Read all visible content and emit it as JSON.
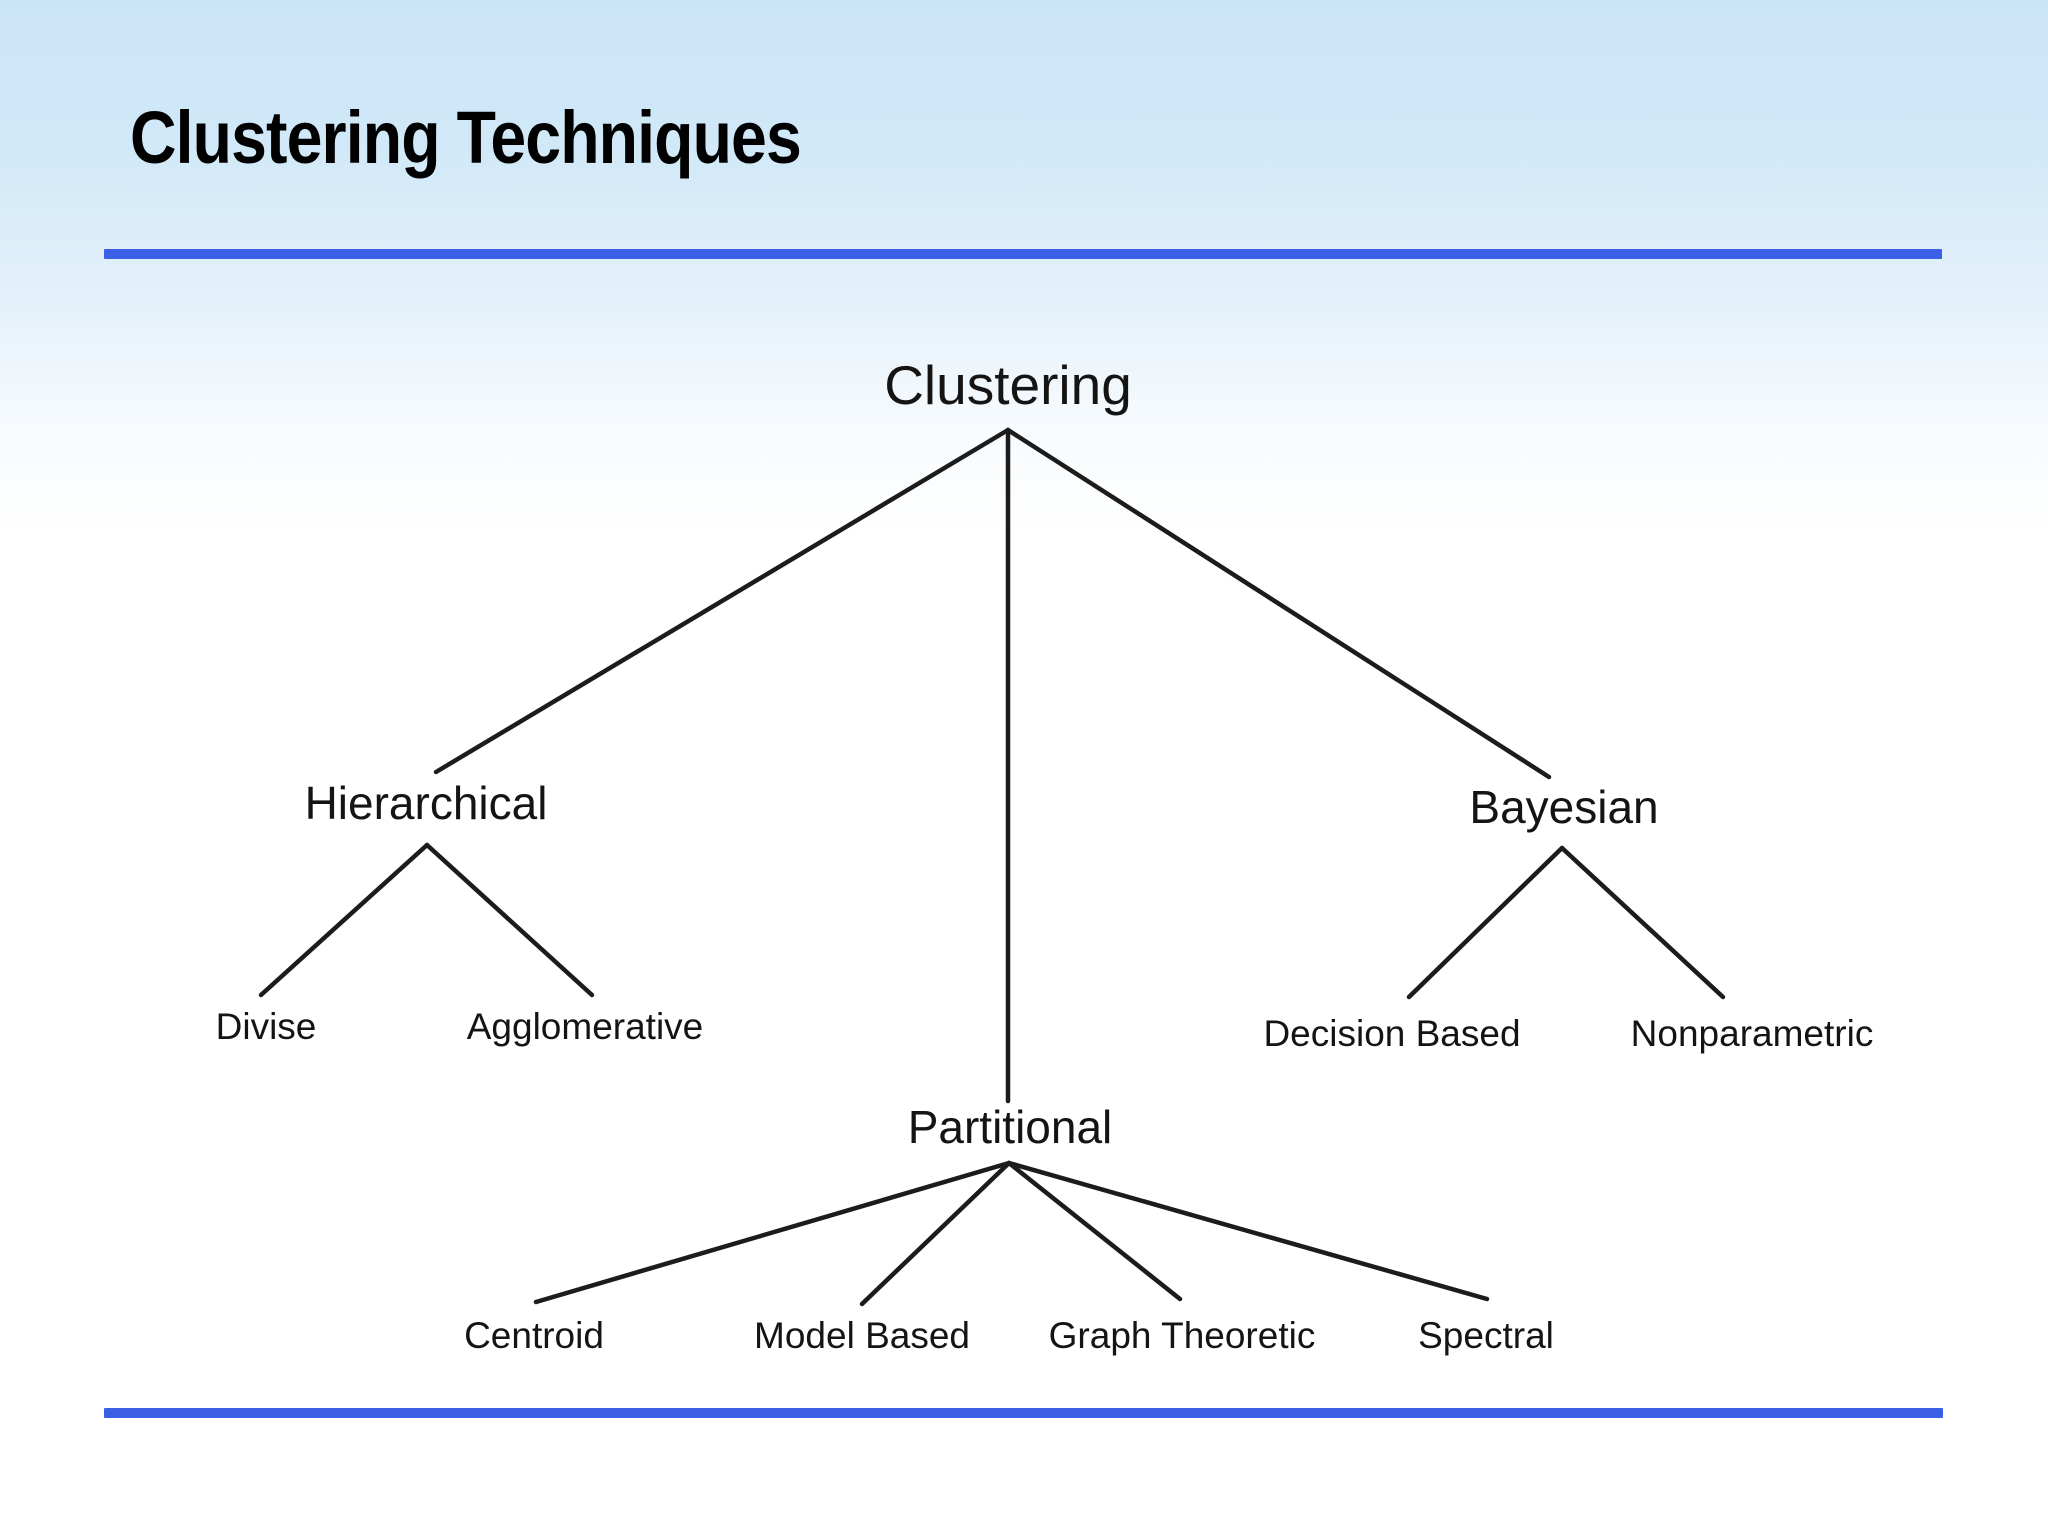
{
  "slide": {
    "title": "Clustering Techniques",
    "colors": {
      "accent_rule": "#3b60e6",
      "background_top": "#cbe5f8",
      "background_bottom": "#ffffff",
      "edge_line": "#1c1c1c",
      "text": "#141414"
    }
  },
  "diagram": {
    "type": "tree",
    "nodes": {
      "clustering": "Clustering",
      "hierarchical": "Hierarchical",
      "partitional": "Partitional",
      "bayesian": "Bayesian",
      "divise": "Divise",
      "agglomerative": "Agglomerative",
      "centroid": "Centroid",
      "model_based": "Model Based",
      "graph_theoretic": "Graph Theoretic",
      "spectral": "Spectral",
      "decision_based": "Decision Based",
      "nonparametric": "Nonparametric"
    },
    "hierarchy": {
      "Clustering": [
        "Hierarchical",
        "Partitional",
        "Bayesian"
      ],
      "Hierarchical": [
        "Divise",
        "Agglomerative"
      ],
      "Partitional": [
        "Centroid",
        "Model Based",
        "Graph Theoretic",
        "Spectral"
      ],
      "Bayesian": [
        "Decision Based",
        "Nonparametric"
      ]
    }
  }
}
